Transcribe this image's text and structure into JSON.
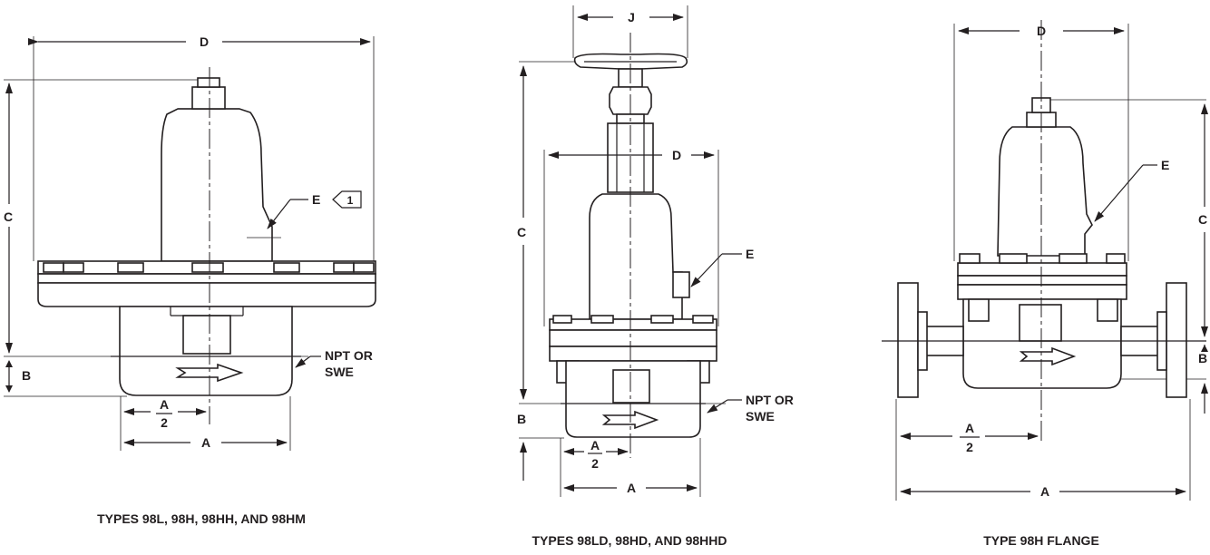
{
  "labels": {
    "a": "A",
    "b": "B",
    "c": "C",
    "d": "D",
    "e": "E",
    "j": "J",
    "half_num": "A",
    "half_den": "2",
    "npt_line1": "NPT OR",
    "npt_line2": "SWE",
    "note_flag": "1"
  },
  "captions": {
    "left": "TYPES 98L, 98H, 98HH, AND 98HM",
    "middle": "TYPES 98LD, 98HD, AND 98HHD",
    "right": "TYPE 98H FLANGE"
  }
}
